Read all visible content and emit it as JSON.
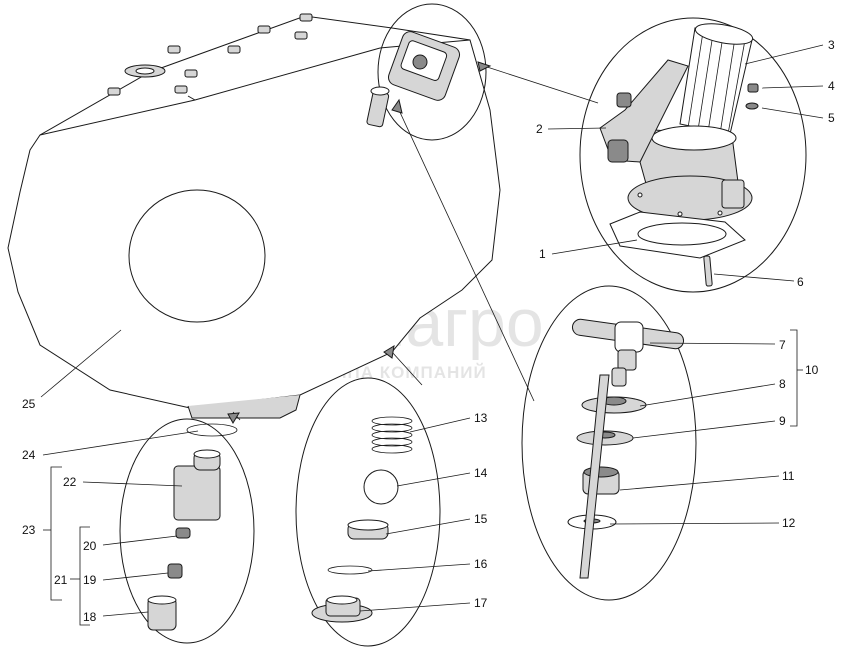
{
  "watermark": {
    "brand": "белагро",
    "tagline": "ГРУППА КОМПАНИЙ"
  },
  "callouts": [
    {
      "id": "1",
      "text": "1"
    },
    {
      "id": "2",
      "text": "2"
    },
    {
      "id": "3",
      "text": "3"
    },
    {
      "id": "4",
      "text": "4"
    },
    {
      "id": "5",
      "text": "5"
    },
    {
      "id": "6",
      "text": "6"
    },
    {
      "id": "7",
      "text": "7"
    },
    {
      "id": "8",
      "text": "8"
    },
    {
      "id": "9",
      "text": "9"
    },
    {
      "id": "10",
      "text": "10"
    },
    {
      "id": "11",
      "text": "11"
    },
    {
      "id": "12",
      "text": "12"
    },
    {
      "id": "13",
      "text": "13"
    },
    {
      "id": "14",
      "text": "14"
    },
    {
      "id": "15",
      "text": "15"
    },
    {
      "id": "16",
      "text": "16"
    },
    {
      "id": "17",
      "text": "17"
    },
    {
      "id": "18",
      "text": "18"
    },
    {
      "id": "19",
      "text": "19"
    },
    {
      "id": "20",
      "text": "20"
    },
    {
      "id": "21",
      "text": "21"
    },
    {
      "id": "22",
      "text": "22"
    },
    {
      "id": "23",
      "text": "23"
    },
    {
      "id": "24",
      "text": "24"
    },
    {
      "id": "25",
      "text": "25"
    }
  ]
}
